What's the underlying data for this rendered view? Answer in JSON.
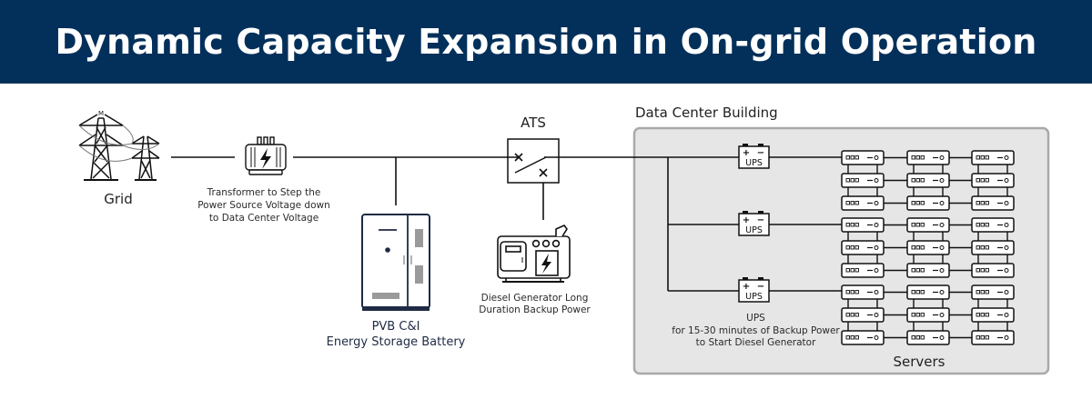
{
  "header": {
    "title": "Dynamic Capacity Expansion in On-grid Operation",
    "background": "#03305a"
  },
  "components": {
    "grid": {
      "label": "Grid"
    },
    "transformer": {
      "label_lines": [
        "Transformer to Step the",
        "Power Source Voltage down",
        "to Data Center Voltage"
      ]
    },
    "battery": {
      "label_lines": [
        "PVB C&I",
        "Energy Storage Battery"
      ],
      "accent": "#1f2a44"
    },
    "ats": {
      "label": "ATS"
    },
    "generator": {
      "label_lines": [
        "Diesel Generator Long",
        "Duration Backup Power"
      ]
    },
    "building": {
      "label": "Data Center Building",
      "background": "#e6e6e7"
    },
    "ups": {
      "symbol_plus": "+",
      "symbol_minus": "−",
      "text": "UPS",
      "count": 3,
      "label_lines": [
        "UPS",
        "for 15-30 minutes of Backup Power",
        "to Start Diesel Generator"
      ]
    },
    "servers": {
      "label": "Servers",
      "groups": 3,
      "rows_per_group": 3,
      "columns": 3,
      "unit_glyph": "ooo −o"
    }
  }
}
